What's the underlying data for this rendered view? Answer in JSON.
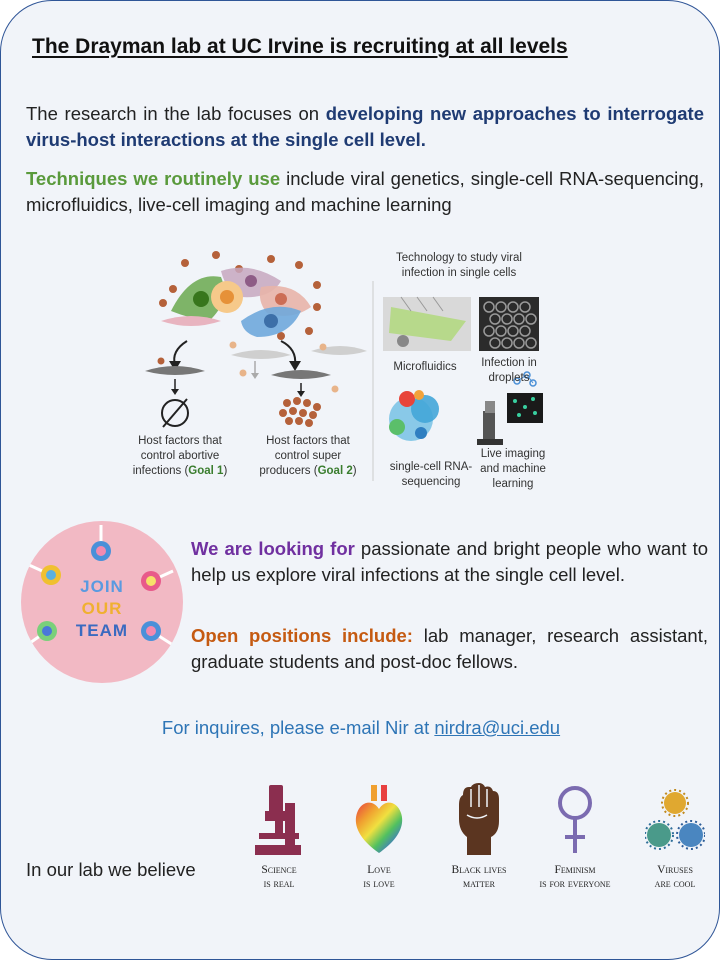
{
  "title": "The Drayman lab at UC Irvine is recruiting at all levels",
  "intro": {
    "lead": "The research in the lab focuses on ",
    "highlight": "developing new approaches to interrogate virus-host interactions at the single cell level."
  },
  "techniques": {
    "highlight": "Techniques we routinely use",
    "rest": " include viral genetics, single-cell RNA-sequencing,  microfluidics, live-cell imaging and machine learning"
  },
  "figure": {
    "tech_title": "Technology to study viral infection in single cells",
    "goal1_text": "Host factors that control abortive infections (",
    "goal1_tag": "Goal 1",
    "goal2_text": "Host factors that control super producers (",
    "goal2_tag": "Goal 2",
    "close_paren": ")",
    "microfluidics": "Microfluidics",
    "droplets": "Infection in droplets",
    "scrna": "single-cell RNA-sequencing",
    "imaging": "Live imaging and machine learning"
  },
  "join_badge": {
    "line1": "JOIN",
    "line2": "OUR",
    "line3": "TEAM"
  },
  "looking": {
    "highlight": "We are looking for",
    "rest": " passionate and bright people who want to help us explore viral infections at the single cell level."
  },
  "positions": {
    "highlight": "Open positions include:",
    "rest": " lab manager, research assistant, graduate students and post-doc fellows."
  },
  "inquiry": {
    "text": "For inquires, please e-mail Nir at ",
    "email": "nirdra@uci.edu"
  },
  "believe": "In our lab we believe",
  "values": [
    {
      "title": "Science",
      "sub": "is real",
      "icon": "microscope-icon"
    },
    {
      "title": "Love",
      "sub": "is love",
      "icon": "rainbow-heart-icon"
    },
    {
      "title": "Black lives",
      "sub": "matter",
      "icon": "raised-fist-icon"
    },
    {
      "title": "Feminism",
      "sub": "is for everyone",
      "icon": "venus-symbol-icon"
    },
    {
      "title": "Viruses",
      "sub": "are cool",
      "icon": "virus-icon"
    }
  ],
  "colors": {
    "border": "#2f5597",
    "research_highlight": "#1f3b73",
    "techniques_highlight": "#5a9a3c",
    "looking_highlight": "#7030a0",
    "positions_highlight": "#c55a11",
    "inquiry": "#2e75b6"
  }
}
